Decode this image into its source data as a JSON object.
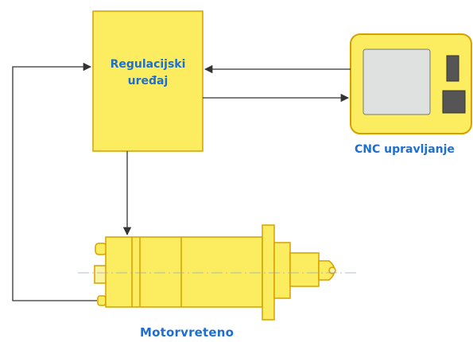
{
  "controller": {
    "line1": "Regulacijski",
    "line2": "uređaj"
  },
  "cnc": {
    "label": "CNC upravljanje"
  },
  "motor": {
    "label": "Motorvreteno"
  },
  "colors": {
    "box_fill": "#fbed5f",
    "box_fill_light": "#fcf3a1",
    "outline": "#d6a100",
    "screen": "#dfe0e0",
    "dark": "#555555",
    "line": "#333333",
    "label": "#1e6fd0"
  }
}
